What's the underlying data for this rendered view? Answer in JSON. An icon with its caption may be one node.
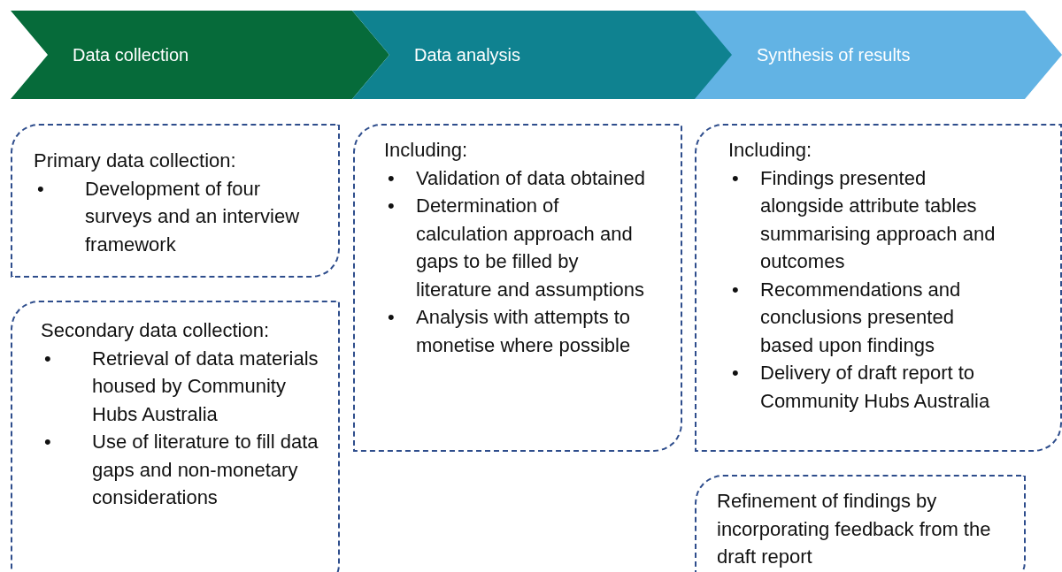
{
  "diagram": {
    "nodes": [
      {
        "text": [
          "Data collection"
        ]
      },
      {
        "text": [
          "Data analysis"
        ]
      },
      {
        "text": [
          "Synthesis of results"
        ]
      },
      {
        "text": [
          "Primary data collection:",
          "Development of four surveys and an interview framework"
        ]
      },
      {
        "text": [
          "Secondary data collection:",
          "Retrieval of data materials housed by Community Hubs Australia",
          "Use of literature to fill data gaps and non-monetary considerations"
        ]
      },
      {
        "text": [
          "Including:",
          "Validation of data obtained",
          "Determination of calculation approach and gaps to be filled by literature and assumptions",
          "Analysis with attempts to monetise where possible"
        ]
      },
      {
        "text": [
          "Including:",
          "Findings presented alongside attribute tables summarising approach and outcomes",
          "Recommendations and conclusions presented based upon findings",
          "Delivery of draft report to Community Hubs Australia"
        ]
      },
      {
        "text": [
          "Refinement of findings by incorporating feedback from the draft report"
        ]
      }
    ],
    "labels": [
      "•",
      "•",
      "•",
      "•",
      "•",
      "•",
      "•",
      "•",
      "•"
    ]
  }
}
